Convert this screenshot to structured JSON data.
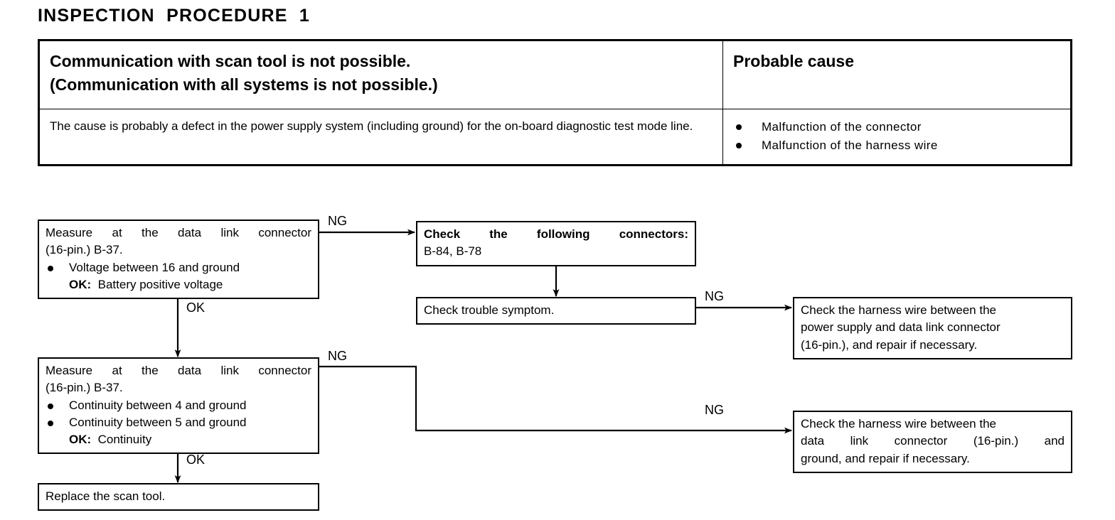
{
  "page": {
    "title": "INSPECTION  PROCEDURE  1"
  },
  "symptom_table": {
    "headers": {
      "left_line1": "Communication with scan tool is not possible.",
      "left_line2": "(Communication with all systems is not possible.)",
      "right": "Probable cause"
    },
    "body": {
      "cause_description": "The cause is probably a defect in the power supply system (including ground) for the on-board diagnostic test mode line.",
      "probable_causes": [
        "Malfunction of the connector",
        "Malfunction of the harness wire"
      ]
    }
  },
  "flowchart": {
    "boxes": {
      "measure1": {
        "line1": "Measure at the data link connector",
        "line2": "(16-pin.) B-37.",
        "bullets": [
          "Voltage between 16 and ground"
        ],
        "ok_label": "OK:",
        "ok_value": "Battery positive voltage"
      },
      "connectors": {
        "title": "Check the following connectors:",
        "value": "B-84, B-78"
      },
      "symptom": {
        "text": "Check trouble symptom."
      },
      "measure2": {
        "line1": "Measure at the data link connector",
        "line2": "(16-pin.) B-37.",
        "bullets": [
          "Continuity between 4 and ground",
          "Continuity between 5 and ground"
        ],
        "ok_label": "OK:",
        "ok_value": "Continuity"
      },
      "replace": {
        "text": "Replace the scan tool."
      },
      "result1": {
        "line1": "Check the harness wire between the",
        "line2": "power supply and data link connector",
        "line3": "(16-pin.), and repair if necessary."
      },
      "result2": {
        "line1": "Check the harness wire between the",
        "line2": "data link connector (16-pin.) and",
        "line3": "ground, and repair if necessary."
      }
    },
    "edge_labels": {
      "ng_measure1_to_connectors": "NG",
      "ok_measure1_to_measure2": "OK",
      "ng_measure2_to_result2": "NG",
      "ng_symptom_to_result1": "NG",
      "ng_branch_to_result2": "NG",
      "ok_measure2_to_replace": "OK"
    }
  },
  "colors": {
    "line": "#000000",
    "background": "#ffffff"
  }
}
